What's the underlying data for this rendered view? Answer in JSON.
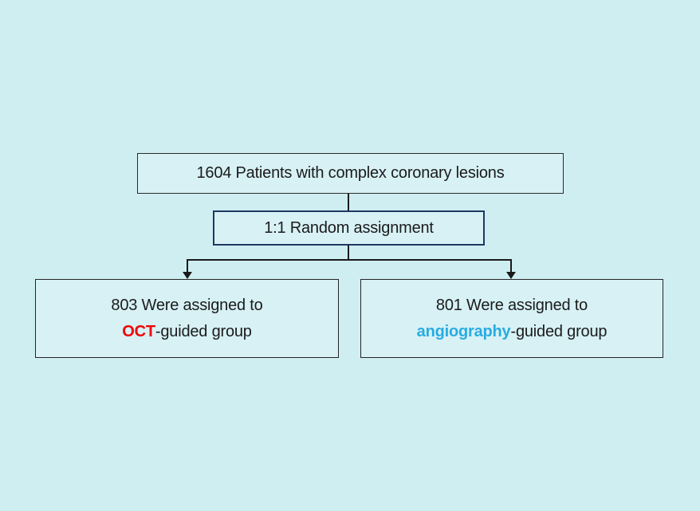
{
  "page": {
    "background_color": "#cfeef2"
  },
  "colors": {
    "box_fill": "#d7f1f5",
    "box_border_dark": "#2a2a2a",
    "randomization_box_border": "#1f3864",
    "connector_line": "#1a1a1a",
    "text": "#1b1b1b",
    "oct_highlight": "#f20000",
    "angiography_highlight": "#29abe2"
  },
  "flowchart": {
    "enrollment_box": {
      "label": "1604 Patients with complex coronary lesions"
    },
    "randomization_box": {
      "label": "1:1 Random assignment"
    },
    "oct_box": {
      "line1": "803 Were assigned to",
      "highlight": "OCT",
      "suffix": "-guided group"
    },
    "angio_box": {
      "line1": "801 Were assigned to",
      "highlight": "angiography",
      "suffix": "-guided group"
    }
  }
}
